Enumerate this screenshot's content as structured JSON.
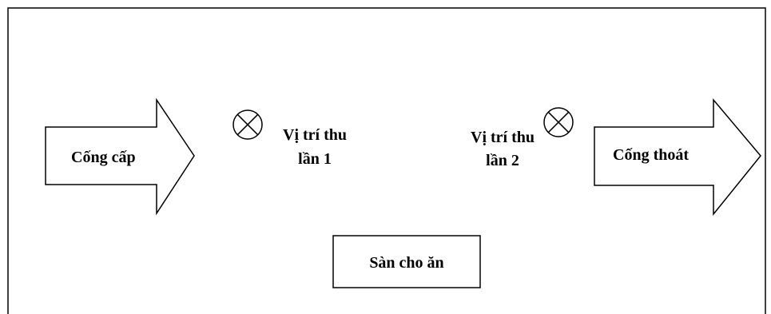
{
  "diagram": {
    "inlet_label": "Cống cấp",
    "outlet_label": "Cống thoát",
    "sampling_point_1": {
      "line1": "Vị trí thu",
      "line2": "lần 1"
    },
    "sampling_point_2": {
      "line1": "Vị trí thu",
      "line2": "lần 2"
    },
    "feeding_platform_label": "Sàn cho ăn"
  },
  "colors": {
    "stroke": "#000000",
    "background": "#ffffff"
  },
  "icons": {
    "sampling_marker": "circle-cross-icon"
  }
}
